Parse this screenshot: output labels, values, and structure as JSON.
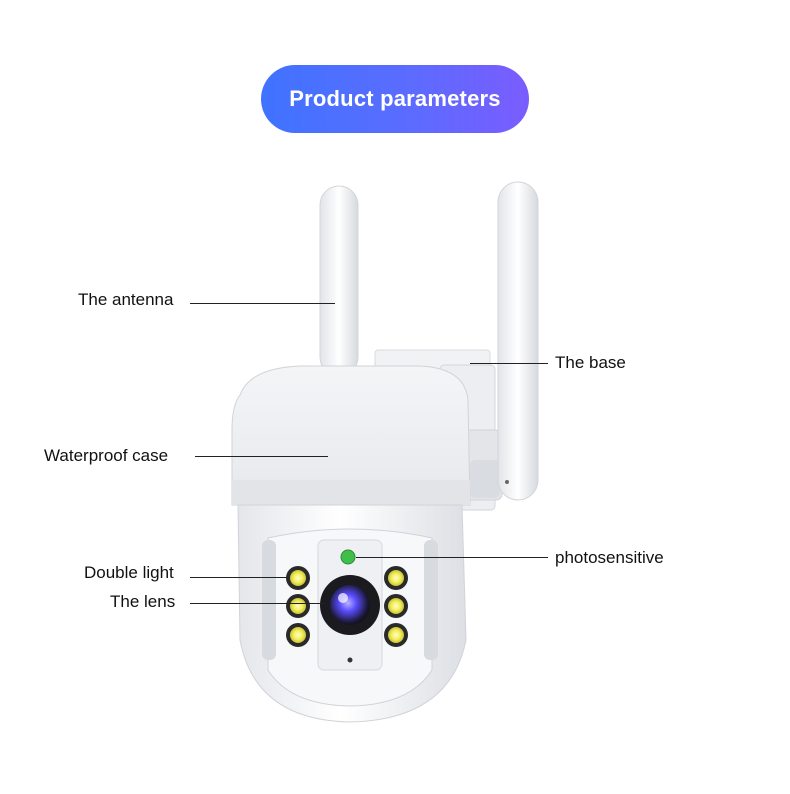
{
  "header": {
    "title": "Product parameters"
  },
  "labels": {
    "antenna": "The antenna",
    "base": "The base",
    "waterproof_case": "Waterproof case",
    "double_light": "Double light",
    "photosensitive": "photosensitive",
    "lens": "The lens"
  },
  "colors": {
    "title_gradient_start": "#3f73ff",
    "title_gradient_end": "#7a5cff",
    "led_yellow": "#f3f05a",
    "indicator_green": "#3fbf4a",
    "lens_blue": "#5a4cff"
  }
}
